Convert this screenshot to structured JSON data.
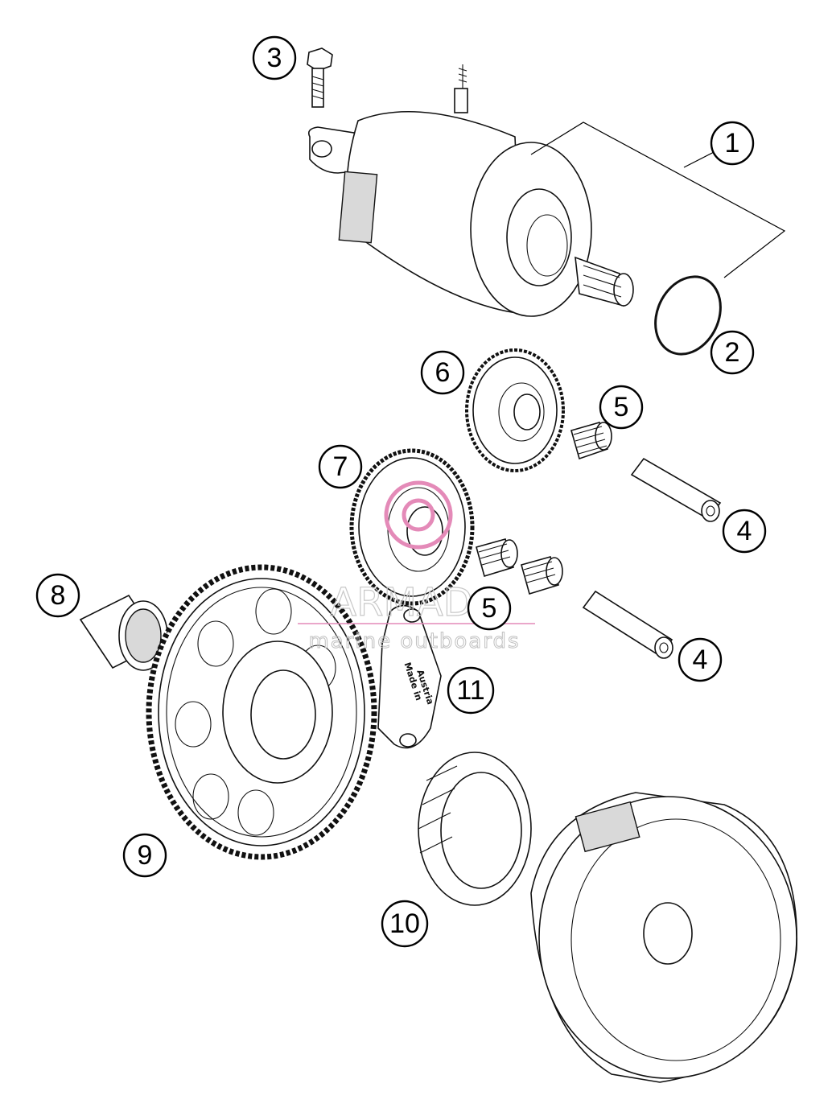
{
  "callouts": [
    {
      "id": "1",
      "label": "1"
    },
    {
      "id": "2",
      "label": "2"
    },
    {
      "id": "3",
      "label": "3"
    },
    {
      "id": "4a",
      "label": "4"
    },
    {
      "id": "4b",
      "label": "4"
    },
    {
      "id": "5a",
      "label": "5"
    },
    {
      "id": "5b",
      "label": "5"
    },
    {
      "id": "6",
      "label": "6"
    },
    {
      "id": "7",
      "label": "7"
    },
    {
      "id": "8",
      "label": "8"
    },
    {
      "id": "9",
      "label": "9"
    },
    {
      "id": "10",
      "label": "10"
    },
    {
      "id": "11",
      "label": "11"
    }
  ],
  "part_stamp": {
    "line1": "Made in",
    "line2": "Austria"
  },
  "watermark": {
    "brand": "ARMADA",
    "tagline": "marine outboards",
    "accent_color": "#e48ab8"
  },
  "colors": {
    "line": "#111111",
    "background": "#ffffff"
  }
}
